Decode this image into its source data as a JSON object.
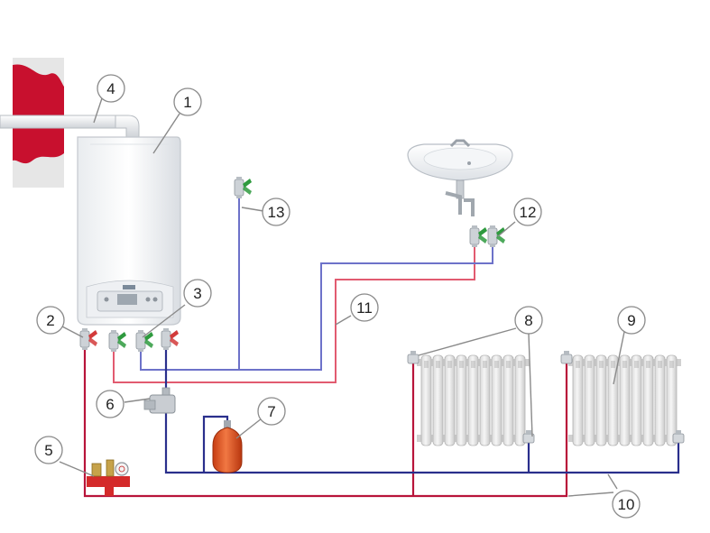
{
  "callouts": [
    {
      "id": "1",
      "label": "1"
    },
    {
      "id": "2",
      "label": "2"
    },
    {
      "id": "3",
      "label": "3"
    },
    {
      "id": "4",
      "label": "4"
    },
    {
      "id": "5",
      "label": "5"
    },
    {
      "id": "6",
      "label": "6"
    },
    {
      "id": "7",
      "label": "7"
    },
    {
      "id": "8",
      "label": "8"
    },
    {
      "id": "9",
      "label": "9"
    },
    {
      "id": "10",
      "label": "10"
    },
    {
      "id": "11",
      "label": "11"
    },
    {
      "id": "12",
      "label": "12"
    },
    {
      "id": "13",
      "label": "13"
    }
  ],
  "colors": {
    "supply_pipe": "#b8143a",
    "return_pipe": "#2a2f8c",
    "cold_water_pipe": "#6d72c9",
    "hot_water_pipe": "#e25b70",
    "expansion_tank": "#e0521e",
    "valve_red_handle": "#d23a3a",
    "valve_green_handle": "#2e9a3e",
    "chimney": "#c8102e"
  }
}
